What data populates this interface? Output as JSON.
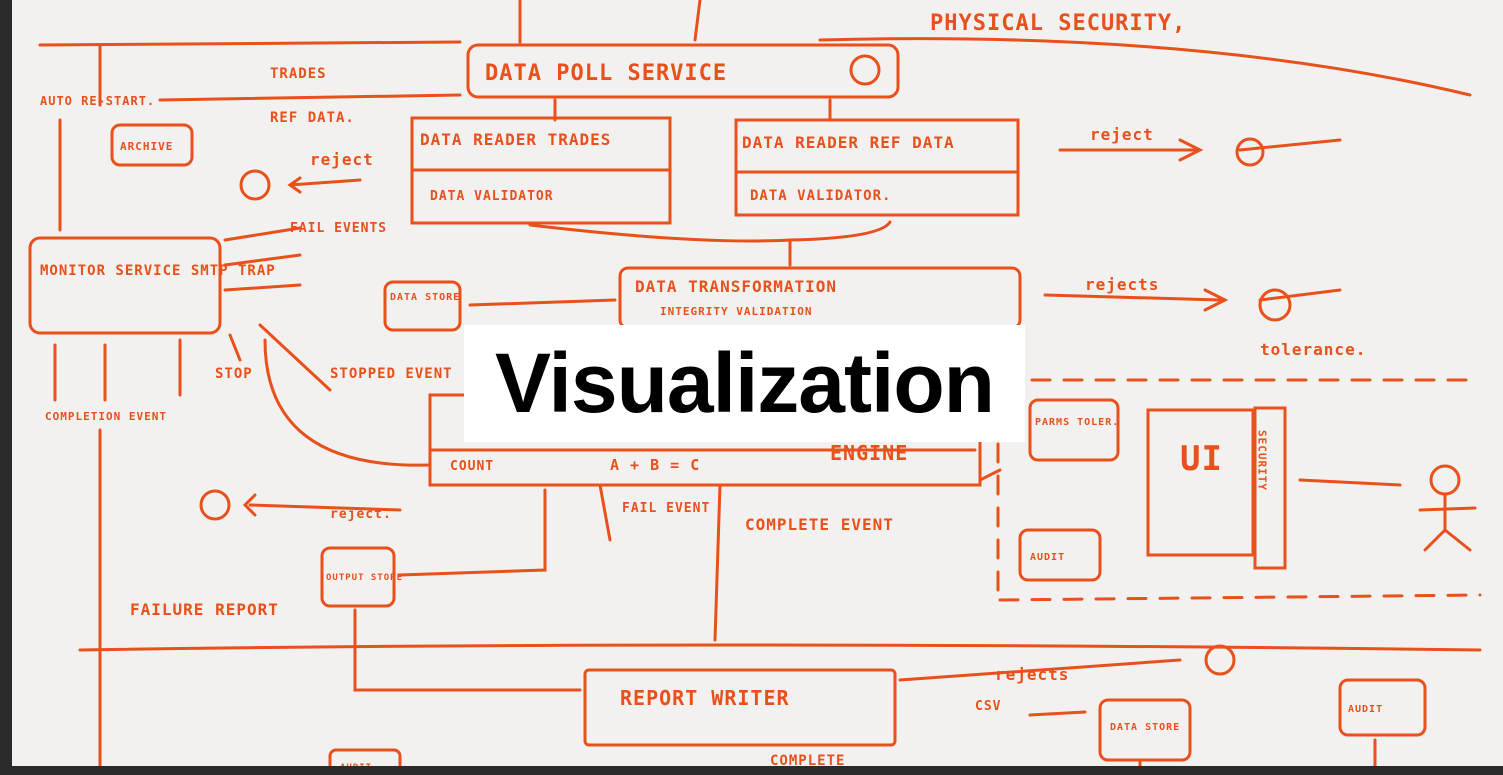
{
  "overlay": {
    "title": "Visualization"
  },
  "whiteboard": {
    "ink_color": "#e8501c",
    "board_color": "#f2f1ef",
    "labels": {
      "physical_security": "PHYSICAL SECURITY,",
      "data_poll_service": "DATA POLL SERVICE",
      "trades": "TRADES",
      "auto_restart": "AUTO RE-START.",
      "ref_data": "REF DATA.",
      "archive": "ARCHIVE",
      "data_reader_trades": "DATA READER TRADES",
      "data_validator_1": "DATA VALIDATOR",
      "data_reader_ref": "DATA READER REF DATA",
      "data_validator_2": "DATA VALIDATOR.",
      "reject_1": "reject",
      "reject_2": "reject",
      "fail_events": "FAIL EVENTS",
      "monitor_service": "MONITOR SERVICE SMTP TRAP",
      "data_store_1": "DATA STORE",
      "data_transformation": "DATA TRANSFORMATION",
      "integrity_validation": "INTEGRITY VALIDATION",
      "rejects_1": "rejects",
      "tolerance": "tolerance.",
      "stopped_event": "STOPPED EVENT",
      "stop": "STOP",
      "completion_event": "COMPLETION EVENT",
      "engine": "ENGINE",
      "count": "COUNT",
      "formula": "A + B = C",
      "parms_toler": "PARMS TOLER.",
      "ui": "UI",
      "security": "SECURITY",
      "reject_3": "reject.",
      "fail_event": "FAIL EVENT",
      "complete_event": "COMPLETE EVENT",
      "audit_1": "AUDIT",
      "output_store": "OUTPUT STORE",
      "failure_report": "FAILURE REPORT",
      "rejects_2": "rejects",
      "report_writer": "REPORT WRITER",
      "csv": "CSV",
      "data_store_2": "DATA STORE",
      "audit_2": "AUDIT",
      "audit_3": "AUDIT",
      "complete_bottom": "COMPLETE"
    }
  }
}
